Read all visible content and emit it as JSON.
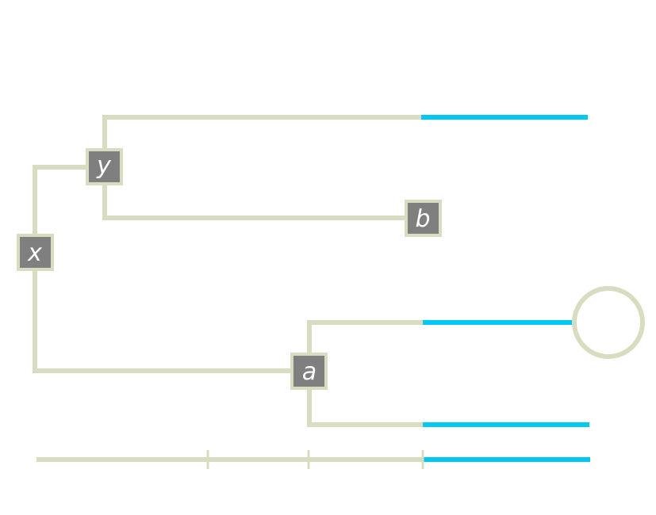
{
  "colors": {
    "branch": "#d8dcc0",
    "highlight": "#00c8f4",
    "node_fill": "#7f7f7f",
    "node_border": "#d8dcc0",
    "node_text": "#ffffff",
    "faint_text": "#f6f6f0",
    "background": "#ffffff"
  },
  "nodes": {
    "x": "x",
    "y": "y",
    "a": "a",
    "b": "b"
  }
}
